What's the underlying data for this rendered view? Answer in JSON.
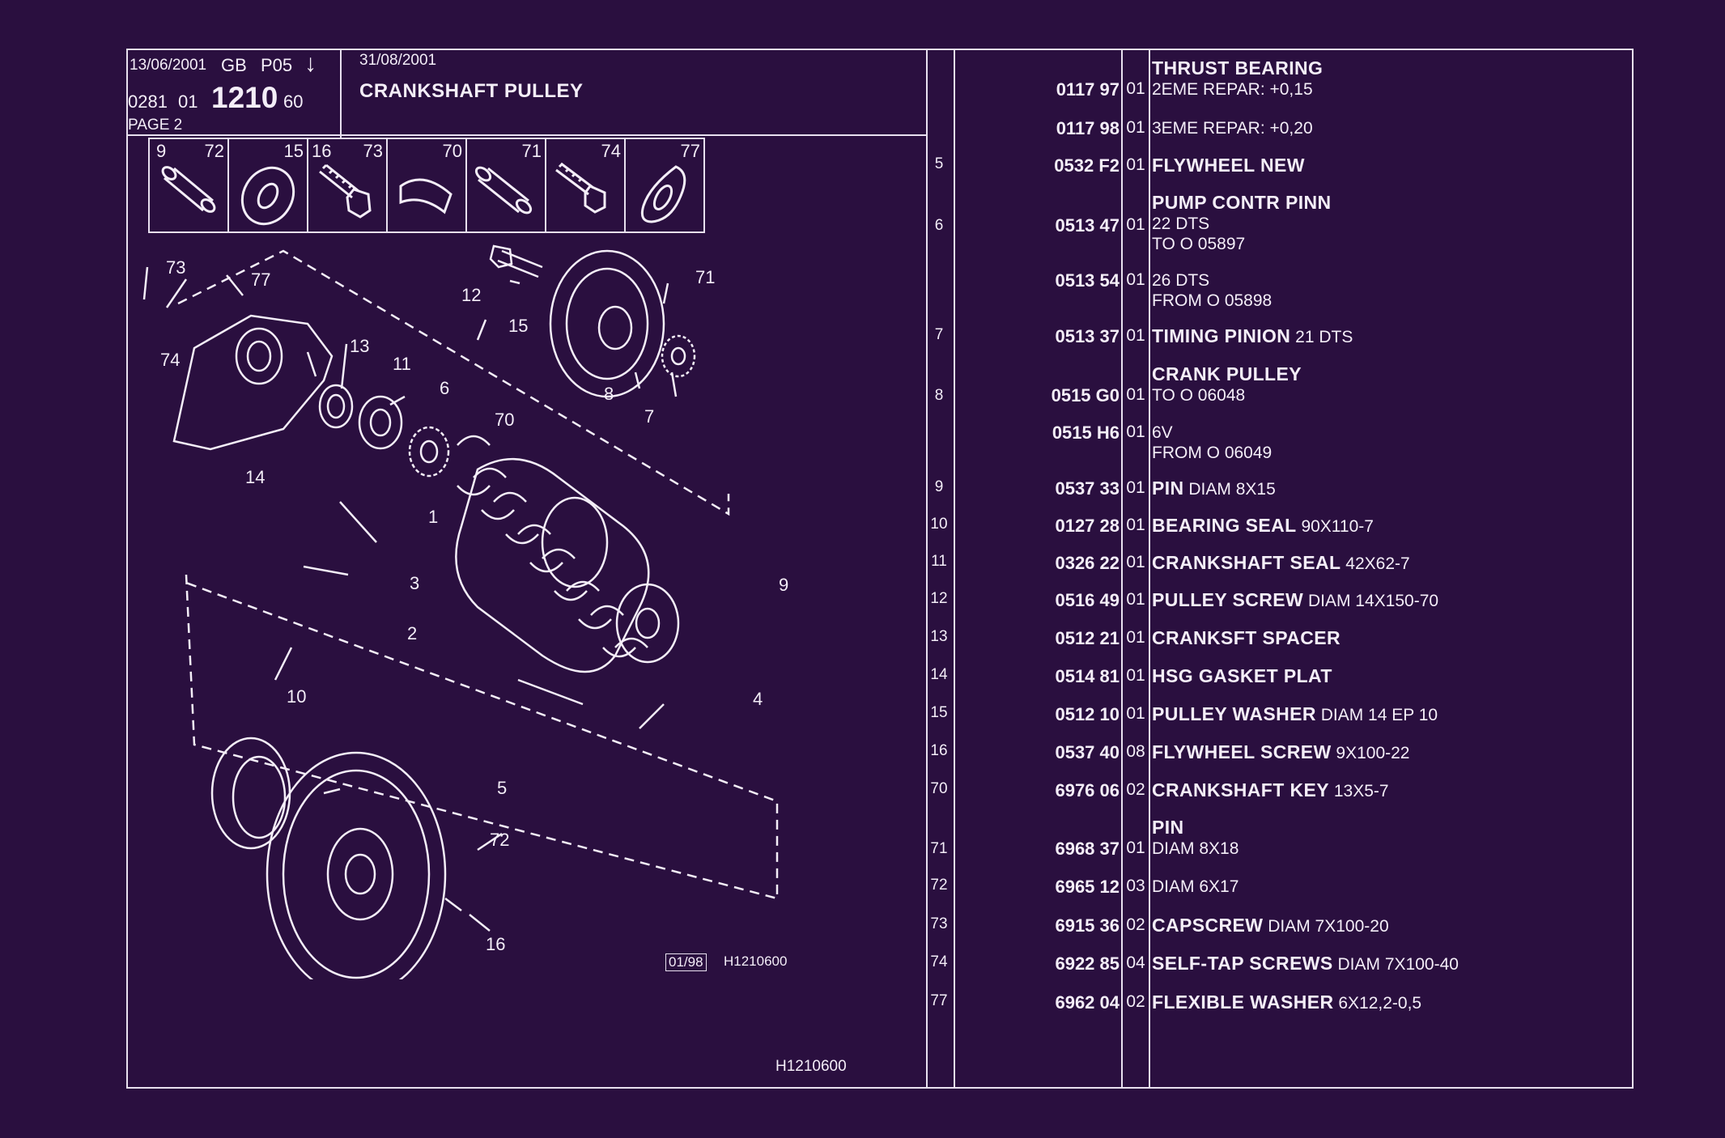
{
  "header": {
    "date1": "13/06/2001",
    "lang": "GB",
    "code": "P05",
    "arrow": "↓",
    "ref_a": "0281",
    "ref_b": "01",
    "group": "1210",
    "ref_c": "60",
    "page": "PAGE 2",
    "date2": "31/08/2001",
    "title": "CRANKSHAFT PULLEY"
  },
  "thumbnails": [
    {
      "n1": "9",
      "n2": "72",
      "icon": "pin-icon"
    },
    {
      "n1": "",
      "n2": "15",
      "icon": "washer-icon"
    },
    {
      "n1": "16",
      "n2": "73",
      "icon": "screw-icon"
    },
    {
      "n1": "",
      "n2": "70",
      "icon": "key-icon"
    },
    {
      "n1": "",
      "n2": "71",
      "icon": "pin-icon"
    },
    {
      "n1": "",
      "n2": "74",
      "icon": "screw-icon"
    },
    {
      "n1": "",
      "n2": "77",
      "icon": "flexible-washer-icon"
    }
  ],
  "diagram_labels": [
    "73",
    "77",
    "74",
    "14",
    "13",
    "11",
    "6",
    "70",
    "12",
    "15",
    "71",
    "8",
    "7",
    "1",
    "3",
    "2",
    "4",
    "9",
    "10",
    "5",
    "72",
    "16"
  ],
  "footer": {
    "stamp": "01/98",
    "code_small": "H1210600",
    "code_bottom": "H1210600"
  },
  "parts": [
    {
      "ref": "",
      "pn": "0117 97",
      "qty": "01",
      "name": "THRUST BEARING",
      "extra": "",
      "lines": [
        "2EME REPAR: +0,15"
      ]
    },
    {
      "ref": "",
      "pn": "0117 98",
      "qty": "01",
      "name": "",
      "extra": "3EME REPAR: +0,20",
      "lines": []
    },
    {
      "ref": "5",
      "pn": "0532 F2",
      "qty": "01",
      "name": "FLYWHEEL NEW",
      "extra": "",
      "lines": []
    },
    {
      "ref": "6",
      "pn": "0513 47",
      "qty": "01",
      "name": "PUMP CONTR PINN",
      "extra": "",
      "lines": [
        "22 DTS",
        "TO  O  05897"
      ]
    },
    {
      "ref": "",
      "pn": "0513 54",
      "qty": "01",
      "name": "",
      "extra": "26 DTS",
      "lines": [
        "FROM  O  05898"
      ]
    },
    {
      "ref": "7",
      "pn": "0513 37",
      "qty": "01",
      "name": "TIMING PINION",
      "extra": "21 DTS",
      "lines": []
    },
    {
      "ref": "8",
      "pn": "0515 G0",
      "qty": "01",
      "name": "CRANK PULLEY",
      "extra": "",
      "lines": [
        "TO  O  06048"
      ]
    },
    {
      "ref": "",
      "pn": "0515 H6",
      "qty": "01",
      "name": "",
      "extra": "6V",
      "lines": [
        "FROM  O  06049"
      ]
    },
    {
      "ref": "9",
      "pn": "0537 33",
      "qty": "01",
      "name": "PIN",
      "extra": "DIAM 8X15",
      "lines": []
    },
    {
      "ref": "10",
      "pn": "0127 28",
      "qty": "01",
      "name": "BEARING SEAL",
      "extra": "90X110-7",
      "lines": []
    },
    {
      "ref": "11",
      "pn": "0326 22",
      "qty": "01",
      "name": "CRANKSHAFT SEAL",
      "extra": "42X62-7",
      "lines": []
    },
    {
      "ref": "12",
      "pn": "0516 49",
      "qty": "01",
      "name": "PULLEY SCREW",
      "extra": "DIAM 14X150-70",
      "lines": []
    },
    {
      "ref": "13",
      "pn": "0512 21",
      "qty": "01",
      "name": "CRANKSFT SPACER",
      "extra": "",
      "lines": []
    },
    {
      "ref": "14",
      "pn": "0514 81",
      "qty": "01",
      "name": "HSG GASKET PLAT",
      "extra": "",
      "lines": []
    },
    {
      "ref": "15",
      "pn": "0512 10",
      "qty": "01",
      "name": "PULLEY WASHER",
      "extra": "DIAM 14 EP 10",
      "lines": []
    },
    {
      "ref": "16",
      "pn": "0537 40",
      "qty": "08",
      "name": "FLYWHEEL SCREW",
      "extra": "9X100-22",
      "lines": []
    },
    {
      "ref": "70",
      "pn": "6976 06",
      "qty": "02",
      "name": "CRANKSHAFT KEY",
      "extra": "13X5-7",
      "lines": []
    },
    {
      "ref": "71",
      "pn": "6968 37",
      "qty": "01",
      "name": "PIN",
      "extra": "",
      "lines": [
        "DIAM 8X18"
      ]
    },
    {
      "ref": "72",
      "pn": "6965 12",
      "qty": "03",
      "name": "",
      "extra": "DIAM 6X17",
      "lines": []
    },
    {
      "ref": "73",
      "pn": "6915 36",
      "qty": "02",
      "name": "CAPSCREW",
      "extra": "DIAM 7X100-20",
      "lines": []
    },
    {
      "ref": "74",
      "pn": "6922 85",
      "qty": "04",
      "name": "SELF-TAP SCREWS",
      "extra": "DIAM 7X100-40",
      "lines": []
    },
    {
      "ref": "77",
      "pn": "6962 04",
      "qty": "02",
      "name": "FLEXIBLE WASHER",
      "extra": "6X12,2-0,5",
      "lines": []
    }
  ]
}
